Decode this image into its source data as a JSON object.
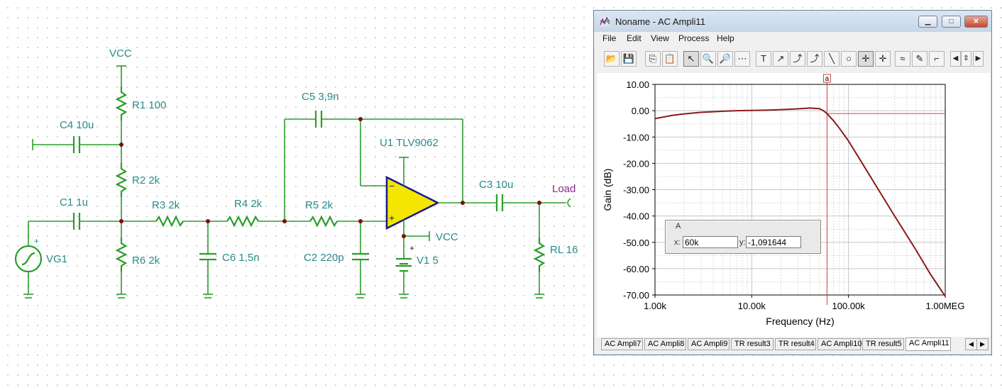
{
  "schematic": {
    "labels": {
      "vcc_top": "VCC",
      "r1": "R1 100",
      "c4": "C4 10u",
      "r2": "R2 2k",
      "c1": "C1 1u",
      "r3": "R3 2k",
      "r4": "R4 2k",
      "r5": "R5 2k",
      "c5": "C5 3,9n",
      "u1": "U1 TLV9062",
      "c3": "C3 10u",
      "load": "Load",
      "vg1": "VG1",
      "r6": "R6 2k",
      "c6": "C6 1,5n",
      "c2": "C2 220p",
      "vcc_right": "VCC",
      "v1": "V1 5",
      "rl": "RL 16",
      "plus_vg": "+",
      "plus_v1": "+",
      "opamp_minus": "−",
      "opamp_plus": "+"
    }
  },
  "window": {
    "title": "Noname - AC Ampli11",
    "controls": {
      "minimize": "▁",
      "maximize": "□",
      "close": "✕"
    },
    "menu": [
      "File",
      "Edit",
      "View",
      "Process",
      "Help"
    ],
    "toolbar": [
      {
        "icon": "open-folder-icon",
        "glyph": "📂"
      },
      {
        "icon": "save-icon",
        "glyph": "💾"
      },
      {
        "icon": "copy-icon",
        "glyph": "⎘"
      },
      {
        "icon": "paste-icon",
        "glyph": "📋"
      },
      {
        "icon": "pointer-icon",
        "glyph": "↖"
      },
      {
        "icon": "zoom-in-icon",
        "glyph": "🔍"
      },
      {
        "icon": "zoom-100-icon",
        "glyph": "🔎"
      },
      {
        "icon": "grid-icon",
        "glyph": "⋯"
      },
      {
        "icon": "text-icon",
        "glyph": "T"
      },
      {
        "icon": "annotation-icon",
        "glyph": "↗"
      },
      {
        "icon": "curve-label-icon",
        "glyph": "⤴"
      },
      {
        "icon": "curve-label-2-icon",
        "glyph": "⤴"
      },
      {
        "icon": "line-icon",
        "glyph": "╲"
      },
      {
        "icon": "circle-icon",
        "glyph": "○"
      },
      {
        "icon": "cursor-a-icon",
        "glyph": "✛"
      },
      {
        "icon": "cursor-b-icon",
        "glyph": "✛"
      },
      {
        "icon": "add-curve-icon",
        "glyph": "≈"
      },
      {
        "icon": "probe-icon",
        "glyph": "✎"
      },
      {
        "icon": "corner-icon",
        "glyph": "⌐"
      }
    ],
    "toolbar_scroll": {
      "left": "◀",
      "updown": "⇕",
      "right": "▶"
    },
    "cursor_box": {
      "label": "A",
      "x_label": "x:",
      "x_value": "60k",
      "y_label": "y:",
      "y_value": "-1,091644"
    },
    "tabs": [
      "AC Ampli7",
      "AC Ampli8",
      "AC Ampli9",
      "TR result3",
      "TR result4",
      "AC Ampli10",
      "TR result5",
      "AC Ampli11"
    ],
    "active_tab": "AC Ampli11",
    "tab_scroll": {
      "left": "◀",
      "right": "▶"
    }
  },
  "chart_data": {
    "type": "line",
    "xlabel": "Frequency (Hz)",
    "ylabel": "Gain (dB)",
    "x_scale": "log",
    "xlim": [
      1000,
      1000000
    ],
    "ylim": [
      -70,
      10
    ],
    "x_ticks": [
      1000,
      10000,
      100000,
      1000000
    ],
    "x_tick_labels": [
      "1.00k",
      "10.00k",
      "100.00k",
      "1.00MEG"
    ],
    "y_ticks": [
      10,
      0,
      -10,
      -20,
      -30,
      -40,
      -50,
      -60,
      -70
    ],
    "y_tick_labels": [
      "10.00",
      "0.00",
      "-10.00",
      "-20.00",
      "-30.00",
      "-40.00",
      "-50.00",
      "-60.00",
      "-70.00"
    ],
    "grid": true,
    "cursor": {
      "label": "a",
      "x": 60000,
      "y": -1.091644
    },
    "series": [
      {
        "color": "#8b1a1a",
        "x": [
          1000,
          1500,
          2000,
          3000,
          5000,
          7000,
          10000,
          15000,
          20000,
          30000,
          40000,
          50000,
          55000,
          60000,
          70000,
          80000,
          100000,
          150000,
          200000,
          300000,
          500000,
          700000,
          1000000
        ],
        "y": [
          -3.0,
          -1.8,
          -1.2,
          -0.6,
          -0.2,
          0.0,
          0.1,
          0.25,
          0.4,
          0.7,
          1.0,
          0.8,
          0.0,
          -1.1,
          -3.8,
          -6.5,
          -11.5,
          -22.0,
          -29.5,
          -40.0,
          -53.0,
          -62.0,
          -70.5
        ]
      }
    ]
  }
}
